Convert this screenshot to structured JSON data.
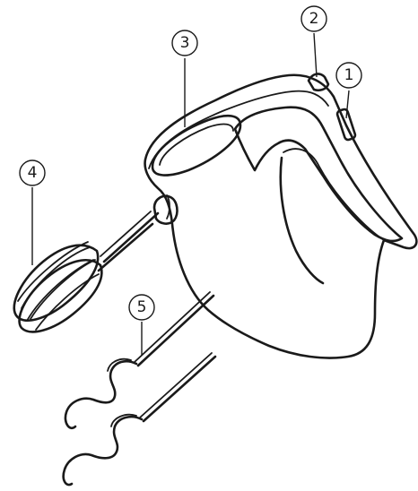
{
  "callouts": [
    {
      "label": "1"
    },
    {
      "label": "2"
    },
    {
      "label": "3"
    },
    {
      "label": "4"
    },
    {
      "label": "5"
    }
  ],
  "colors": {
    "ink": "#1a1a1a",
    "background": "#ffffff"
  }
}
